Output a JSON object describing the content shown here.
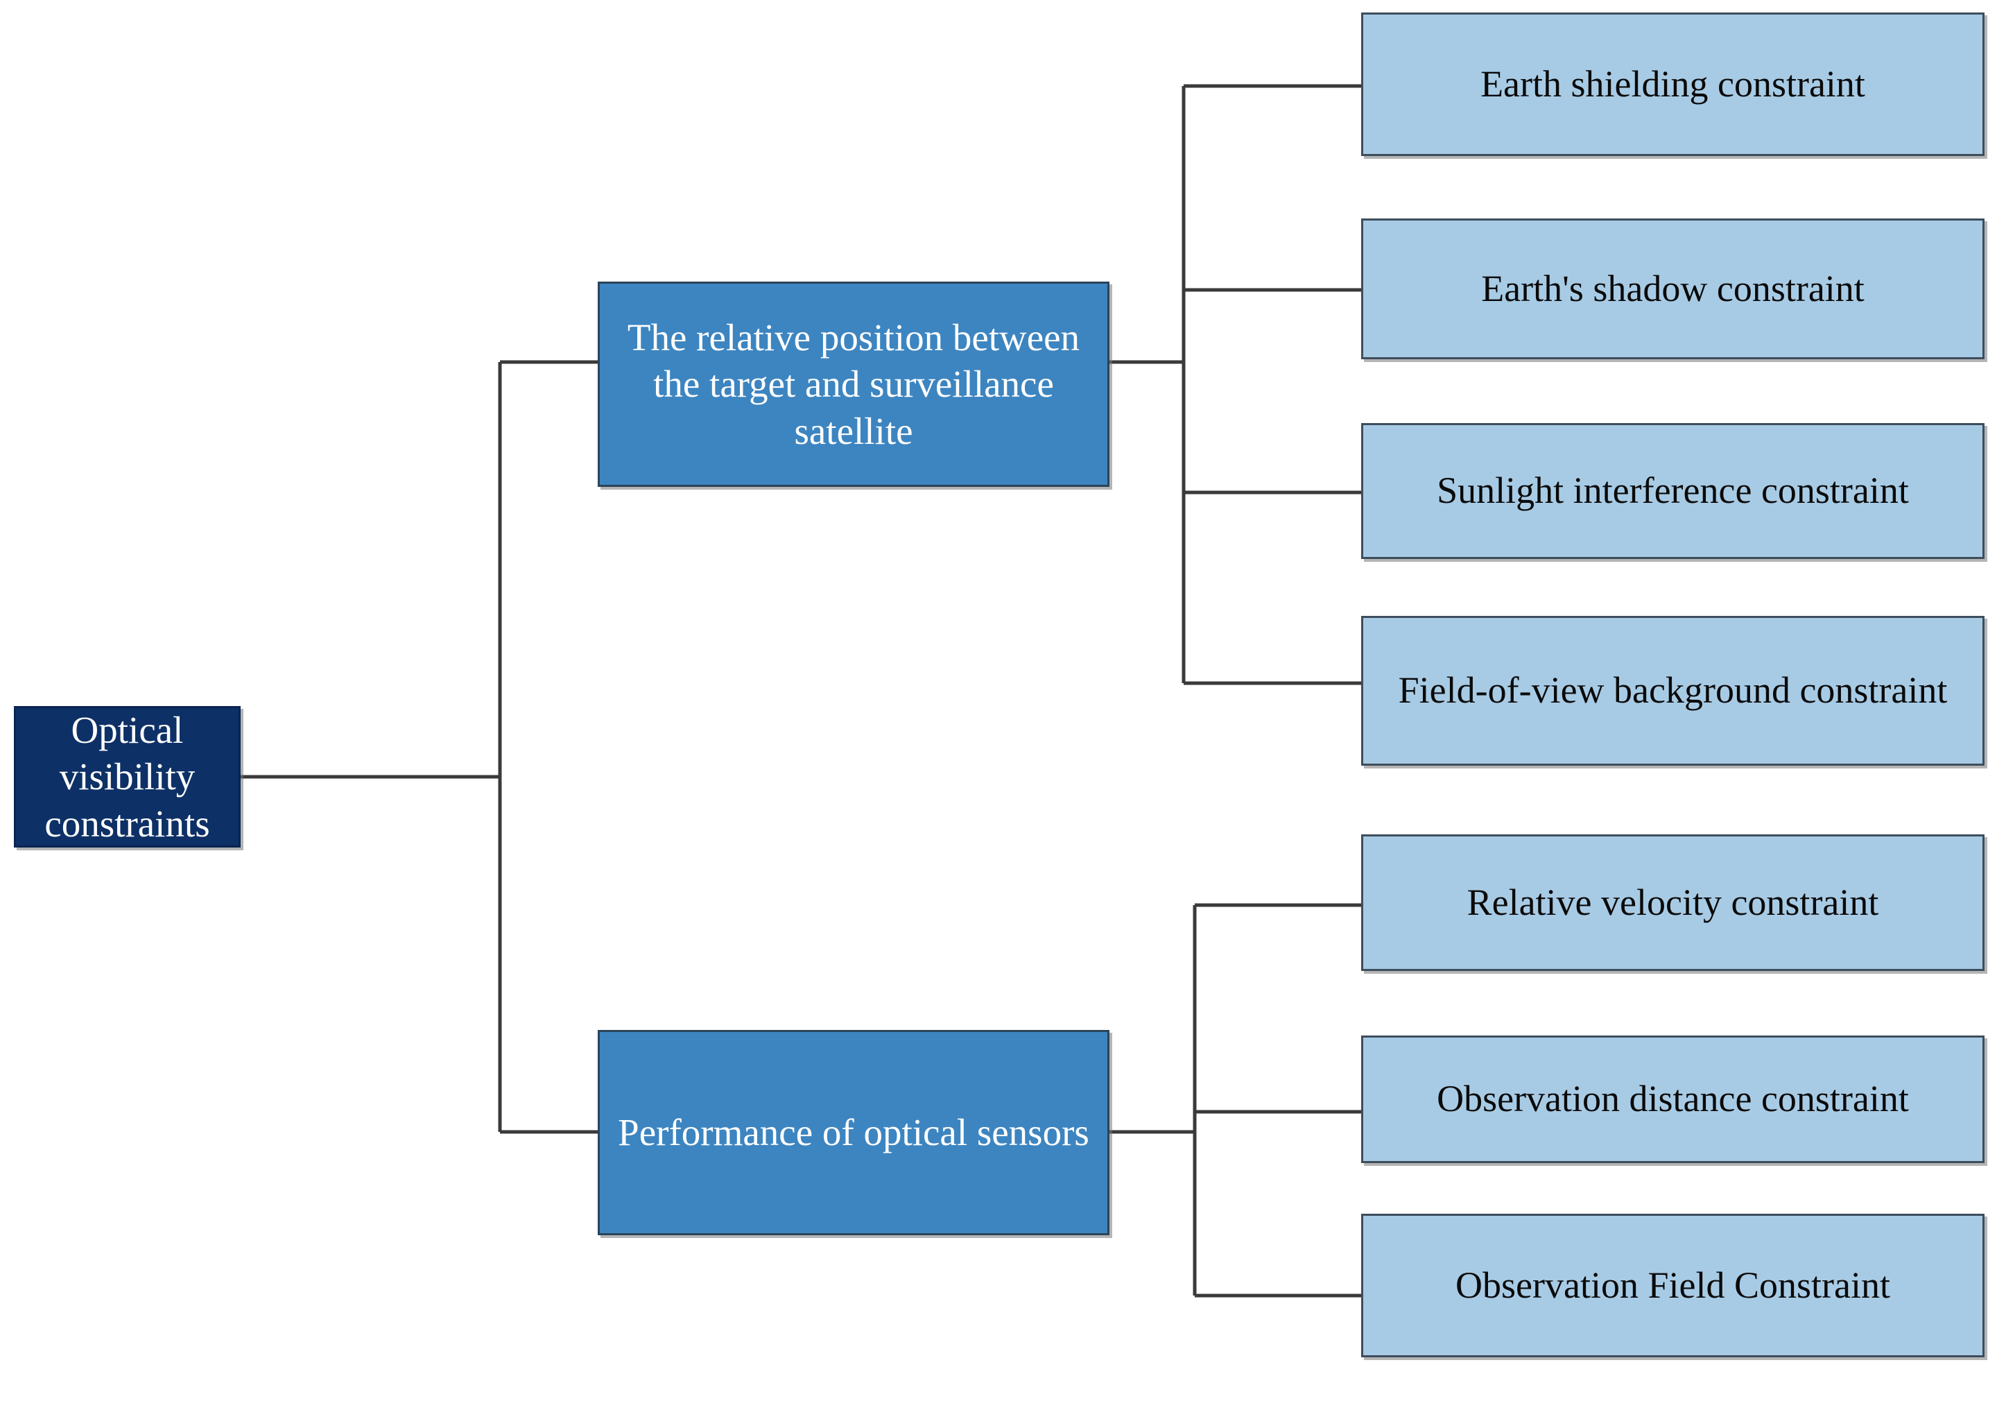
{
  "diagram": {
    "type": "hierarchy-tree",
    "orientation": "left-to-right",
    "colors": {
      "root_fill": "#0d3066",
      "root_text": "#ffffff",
      "branch_fill": "#3d85c0",
      "branch_text": "#ffffff",
      "leaf_fill": "#a8cbe5",
      "leaf_text": "#0a0a0a",
      "connector": "#3a3a3a",
      "background": "#ffffff"
    },
    "root": {
      "label": "Optical visibility constraints"
    },
    "branches": [
      {
        "label": "The relative position between the target and surveillance satellite",
        "leaves": [
          {
            "label": "Earth shielding constraint"
          },
          {
            "label": "Earth's shadow constraint"
          },
          {
            "label": "Sunlight interference constraint"
          },
          {
            "label": "Field-of-view background constraint"
          }
        ]
      },
      {
        "label": "Performance of optical sensors",
        "leaves": [
          {
            "label": "Relative velocity constraint"
          },
          {
            "label": "Observation distance constraint"
          },
          {
            "label": "Observation Field Constraint"
          }
        ]
      }
    ]
  }
}
